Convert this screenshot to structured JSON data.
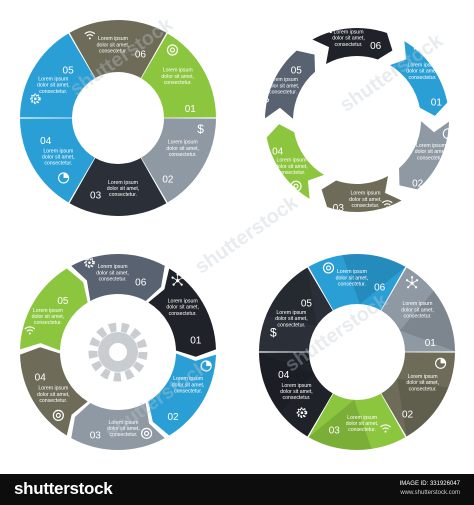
{
  "segment_text": [
    "Lorem ipsum",
    "dolor sit amet,",
    "consectetur."
  ],
  "watermark": "shutterstock",
  "colors": {
    "green": "#8cc63e",
    "blue": "#2a9fd6",
    "dark": "#2b3038",
    "olive": "#6e6c58",
    "gray": "#8f99a3",
    "slate": "#586270",
    "charcoal": "#1f2329"
  },
  "diagrams": [
    {
      "name": "ring",
      "segments": [
        {
          "number": "01",
          "color": "green",
          "icon": "at-icon"
        },
        {
          "number": "02",
          "color": "gray",
          "icon": "dollar-icon"
        },
        {
          "number": "03",
          "color": "dark",
          "icon": ""
        },
        {
          "number": "04",
          "color": "blue",
          "icon": "pie-chart-icon"
        },
        {
          "number": "05",
          "color": "blue",
          "icon": "gear-icon"
        },
        {
          "number": "06",
          "color": "olive",
          "icon": "wifi-icon"
        }
      ]
    },
    {
      "name": "arrow-cycle",
      "segments": [
        {
          "number": "01",
          "color": "blue",
          "icon": "gear-icon"
        },
        {
          "number": "02",
          "color": "gray",
          "icon": "pie-chart-icon"
        },
        {
          "number": "03",
          "color": "olive",
          "icon": "wifi-icon"
        },
        {
          "number": "04",
          "color": "green",
          "icon": "at-icon"
        },
        {
          "number": "05",
          "color": "slate",
          "icon": "dollar-icon"
        },
        {
          "number": "06",
          "color": "charcoal",
          "icon": "network-icon"
        }
      ]
    },
    {
      "name": "gear-cycle",
      "segments": [
        {
          "number": "01",
          "color": "charcoal",
          "icon": "network-icon"
        },
        {
          "number": "02",
          "color": "blue",
          "icon": "pie-chart-icon"
        },
        {
          "number": "03",
          "color": "gray",
          "icon": "at-icon"
        },
        {
          "number": "04",
          "color": "olive",
          "icon": "at-icon"
        },
        {
          "number": "05",
          "color": "green",
          "icon": "wifi-icon"
        },
        {
          "number": "06",
          "color": "slate",
          "icon": "gear-icon"
        }
      ]
    },
    {
      "name": "fold-ring",
      "segments": [
        {
          "number": "01",
          "color": "gray",
          "icon": "network-icon"
        },
        {
          "number": "02",
          "color": "olive",
          "icon": "pie-chart-icon"
        },
        {
          "number": "03",
          "color": "green",
          "icon": "wifi-icon"
        },
        {
          "number": "04",
          "color": "charcoal",
          "icon": "gear-icon"
        },
        {
          "number": "05",
          "color": "dark",
          "icon": "dollar-icon"
        },
        {
          "number": "06",
          "color": "blue",
          "icon": "at-icon"
        }
      ]
    }
  ],
  "footer": {
    "brand": "shutterstock",
    "image_id": "IMAGE ID: 331926047",
    "site": "www.shutterstock.com"
  }
}
